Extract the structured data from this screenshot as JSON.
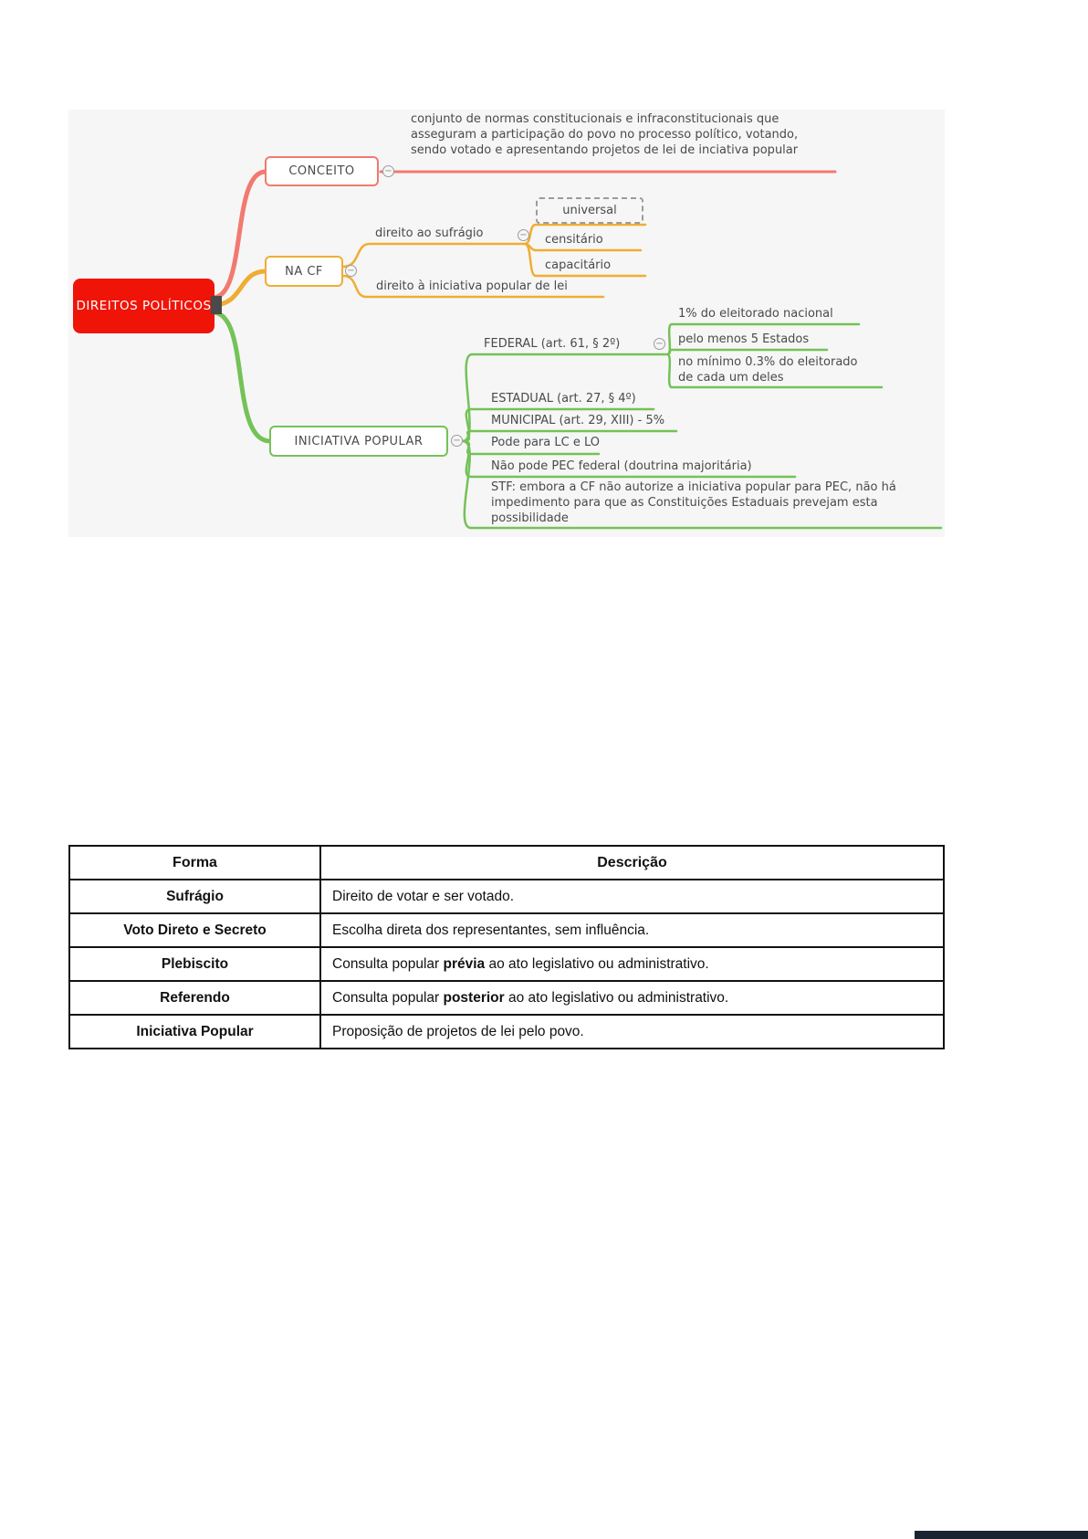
{
  "mindmap": {
    "root": "DIREITOS POLÍTICOS",
    "icons": {
      "collapse": "−"
    },
    "colors": {
      "red": "#f2796f",
      "root_red": "#f01408",
      "amber": "#f0ad33",
      "green": "#74c258",
      "text": "#4a4a4a"
    },
    "conceito": {
      "label": "CONCEITO",
      "text": "conjunto de normas constitucionais e infraconstitucionais que asseguram a participação do povo no processo político, votando, sendo votado e apresentando projetos de lei de inciativa popular"
    },
    "nacf": {
      "label": "NA CF",
      "sufragio": "direito ao sufrágio",
      "universal": "universal",
      "censitario": "censitário",
      "capacitario": "capacitário",
      "iniciativa_lei": "direito à iniciativa popular de lei"
    },
    "inic": {
      "label": "INICIATIVA POPULAR",
      "federal": "FEDERAL (art. 61, § 2º)",
      "federal_1": "1% do eleitorado nacional",
      "federal_2": "pelo menos 5 Estados",
      "federal_3": "no mínimo 0.3% do eleitorado de cada um deles",
      "estadual": "ESTADUAL (art. 27, § 4º)",
      "municipal": "MUNICIPAL (art. 29, XIII) - 5%",
      "lclo": "Pode para LC e LO",
      "pec": "Não pode PEC federal (doutrina majoritária)",
      "stf": "STF: embora a CF não autorize a iniciativa popular para PEC, não há impedimento para que as Constituições Estaduais prevejam esta possibilidade"
    }
  },
  "table": {
    "headers": [
      "Forma",
      "Descrição"
    ],
    "rows": [
      {
        "forma": "Sufrágio",
        "pre": "Direito de votar e ser votado.",
        "bold": "",
        "suf": ""
      },
      {
        "forma": "Voto Direto e Secreto",
        "pre": "Escolha direta dos representantes, sem influência.",
        "bold": "",
        "suf": ""
      },
      {
        "forma": "Plebiscito",
        "pre": "Consulta popular ",
        "bold": "prévia",
        "suf": " ao ato legislativo ou administrativo."
      },
      {
        "forma": "Referendo",
        "pre": "Consulta popular ",
        "bold": "posterior",
        "suf": " ao ato legislativo ou administrativo."
      },
      {
        "forma": "Iniciativa Popular",
        "pre": "Proposição de projetos de lei pelo povo.",
        "bold": "",
        "suf": ""
      }
    ]
  }
}
